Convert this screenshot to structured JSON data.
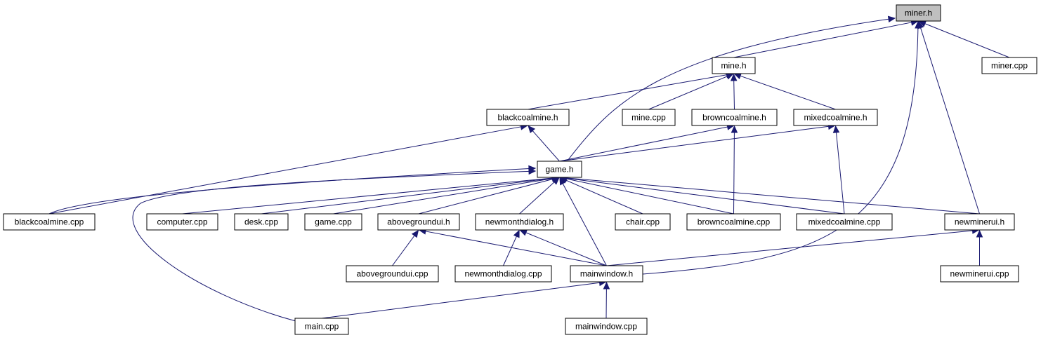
{
  "graph": {
    "accent_color": "#191970",
    "highlight_fill": "#bfbfbf",
    "nodes": {
      "miner_h": "miner.h",
      "mine_h": "mine.h",
      "miner_cpp": "miner.cpp",
      "blackcoalmine_h": "blackcoalmine.h",
      "mine_cpp": "mine.cpp",
      "browncoalmine_h": "browncoalmine.h",
      "mixedcoalmine_h": "mixedcoalmine.h",
      "game_h": "game.h",
      "blackcoalmine_cpp": "blackcoalmine.cpp",
      "computer_cpp": "computer.cpp",
      "desk_cpp": "desk.cpp",
      "game_cpp": "game.cpp",
      "abovegroundui_h": "abovegroundui.h",
      "newmonthdialog_h": "newmonthdialog.h",
      "chair_cpp": "chair.cpp",
      "browncoalmine_cpp": "browncoalmine.cpp",
      "mixedcoalmine_cpp": "mixedcoalmine.cpp",
      "newminerui_h": "newminerui.h",
      "abovegroundui_cpp": "abovegroundui.cpp",
      "newmonthdialog_cpp": "newmonthdialog.cpp",
      "mainwindow_h": "mainwindow.h",
      "newminerui_cpp": "newminerui.cpp",
      "main_cpp": "main.cpp",
      "mainwindow_cpp": "mainwindow.cpp"
    },
    "edges": [
      {
        "from": "mine_h",
        "to": "miner_h"
      },
      {
        "from": "game_h",
        "to": "miner_h"
      },
      {
        "from": "miner_cpp",
        "to": "miner_h"
      },
      {
        "from": "newminerui_h",
        "to": "miner_h"
      },
      {
        "from": "mainwindow_h",
        "to": "miner_h"
      },
      {
        "from": "blackcoalmine_h",
        "to": "mine_h"
      },
      {
        "from": "mine_cpp",
        "to": "mine_h"
      },
      {
        "from": "browncoalmine_h",
        "to": "mine_h"
      },
      {
        "from": "mixedcoalmine_h",
        "to": "mine_h"
      },
      {
        "from": "game_h",
        "to": "blackcoalmine_h"
      },
      {
        "from": "blackcoalmine_cpp",
        "to": "blackcoalmine_h"
      },
      {
        "from": "game_h",
        "to": "browncoalmine_h"
      },
      {
        "from": "browncoalmine_cpp",
        "to": "browncoalmine_h"
      },
      {
        "from": "game_h",
        "to": "mixedcoalmine_h"
      },
      {
        "from": "mixedcoalmine_cpp",
        "to": "mixedcoalmine_h"
      },
      {
        "from": "blackcoalmine_cpp",
        "to": "game_h"
      },
      {
        "from": "computer_cpp",
        "to": "game_h"
      },
      {
        "from": "desk_cpp",
        "to": "game_h"
      },
      {
        "from": "game_cpp",
        "to": "game_h"
      },
      {
        "from": "abovegroundui_h",
        "to": "game_h"
      },
      {
        "from": "newmonthdialog_h",
        "to": "game_h"
      },
      {
        "from": "chair_cpp",
        "to": "game_h"
      },
      {
        "from": "browncoalmine_cpp",
        "to": "game_h"
      },
      {
        "from": "mixedcoalmine_cpp",
        "to": "game_h"
      },
      {
        "from": "newminerui_h",
        "to": "game_h"
      },
      {
        "from": "mainwindow_h",
        "to": "game_h"
      },
      {
        "from": "main_cpp",
        "to": "game_h"
      },
      {
        "from": "abovegroundui_cpp",
        "to": "abovegroundui_h"
      },
      {
        "from": "mainwindow_h",
        "to": "abovegroundui_h"
      },
      {
        "from": "newmonthdialog_cpp",
        "to": "newmonthdialog_h"
      },
      {
        "from": "mainwindow_h",
        "to": "newmonthdialog_h"
      },
      {
        "from": "mainwindow_h",
        "to": "newminerui_h"
      },
      {
        "from": "newminerui_cpp",
        "to": "newminerui_h"
      },
      {
        "from": "main_cpp",
        "to": "mainwindow_h"
      },
      {
        "from": "mainwindow_cpp",
        "to": "mainwindow_h"
      }
    ]
  }
}
